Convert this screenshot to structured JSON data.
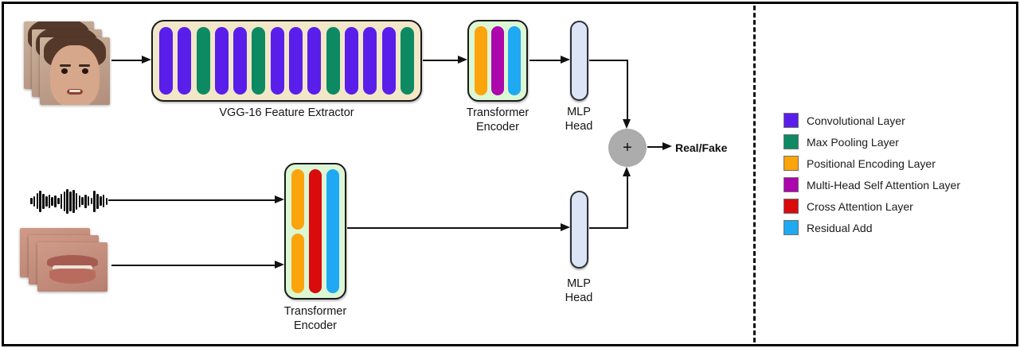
{
  "colors": {
    "convolutional": "#5A1EEB",
    "max_pooling": "#0E8A63",
    "positional_encoding": "#FCA40B",
    "multi_head_self_attention": "#AC07AC",
    "cross_attention": "#D90B0D",
    "residual_add": "#1FA9F2",
    "vgg_background": "#F2E8C8",
    "encoder_background": "#DCF7D4",
    "mlp_fill": "#DBE5F6",
    "fusion_fill": "#ACACAC"
  },
  "visual_branch": {
    "input": "stacked face video frames",
    "vgg": {
      "label": "VGG-16 Feature Extractor",
      "bar_pattern": [
        "convolutional",
        "convolutional",
        "max_pooling",
        "convolutional",
        "convolutional",
        "max_pooling",
        "convolutional",
        "convolutional",
        "convolutional",
        "max_pooling",
        "convolutional",
        "convolutional",
        "convolutional",
        "max_pooling"
      ]
    },
    "encoder": {
      "label_line1": "Transformer",
      "label_line2": "Encoder",
      "bars": [
        "positional_encoding",
        "multi_head_self_attention",
        "residual_add"
      ]
    },
    "mlp": {
      "label_line1": "MLP",
      "label_line2": "Head"
    }
  },
  "audio_visual_branch": {
    "inputs": [
      "audio waveform",
      "stacked lip frames"
    ],
    "encoder": {
      "label_line1": "Transformer",
      "label_line2": "Encoder",
      "bars": [
        "positional_encoding",
        "cross_attention",
        "residual_add"
      ]
    },
    "mlp": {
      "label_line1": "MLP",
      "label_line2": "Head"
    }
  },
  "fusion": {
    "symbol": "+",
    "output_label": "Real/Fake"
  },
  "waveform_bars": [
    8,
    13,
    20,
    27,
    19,
    13,
    17,
    11,
    15,
    8,
    19,
    25,
    31,
    25,
    29,
    21,
    15,
    10,
    17,
    12,
    8,
    27,
    19,
    12,
    16,
    9
  ],
  "legend": {
    "items": [
      {
        "label": "Convolutional Layer",
        "color_key": "convolutional"
      },
      {
        "label": "Max Pooling Layer",
        "color_key": "max_pooling"
      },
      {
        "label": "Positional Encoding Layer",
        "color_key": "positional_encoding"
      },
      {
        "label": "Multi-Head Self Attention Layer",
        "color_key": "multi_head_self_attention"
      },
      {
        "label": "Cross Attention Layer",
        "color_key": "cross_attention"
      },
      {
        "label": "Residual Add",
        "color_key": "residual_add"
      }
    ]
  }
}
